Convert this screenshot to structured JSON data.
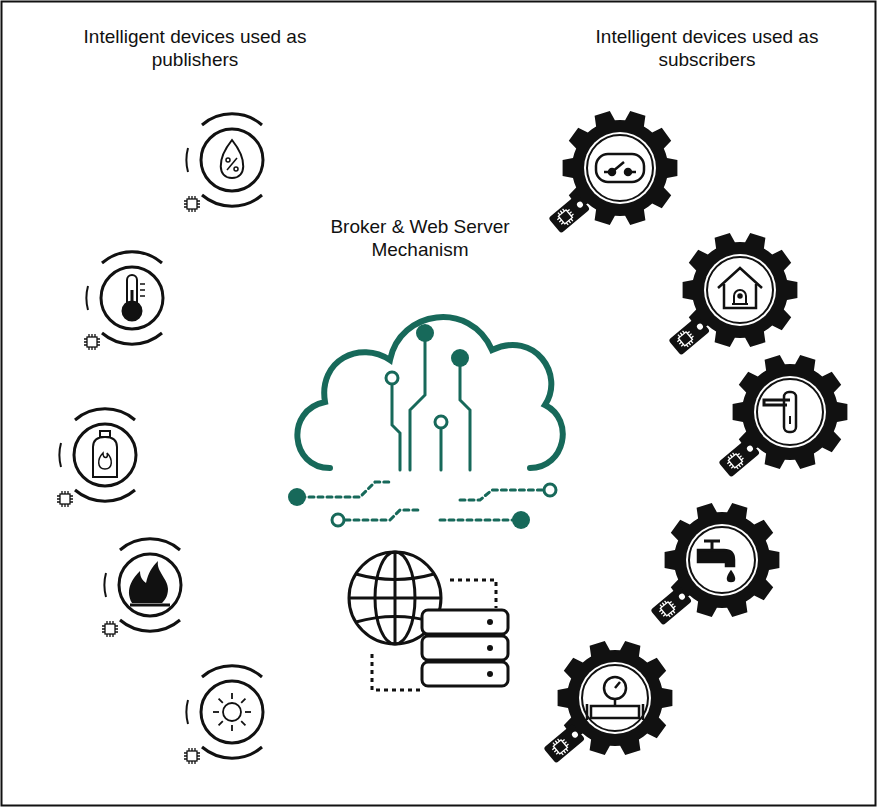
{
  "diagram": {
    "labels": [
      "Intelligent devices used as publishers",
      "Intelligent devices used as subscribers",
      "Broker & Web Server Mechanism"
    ]
  }
}
